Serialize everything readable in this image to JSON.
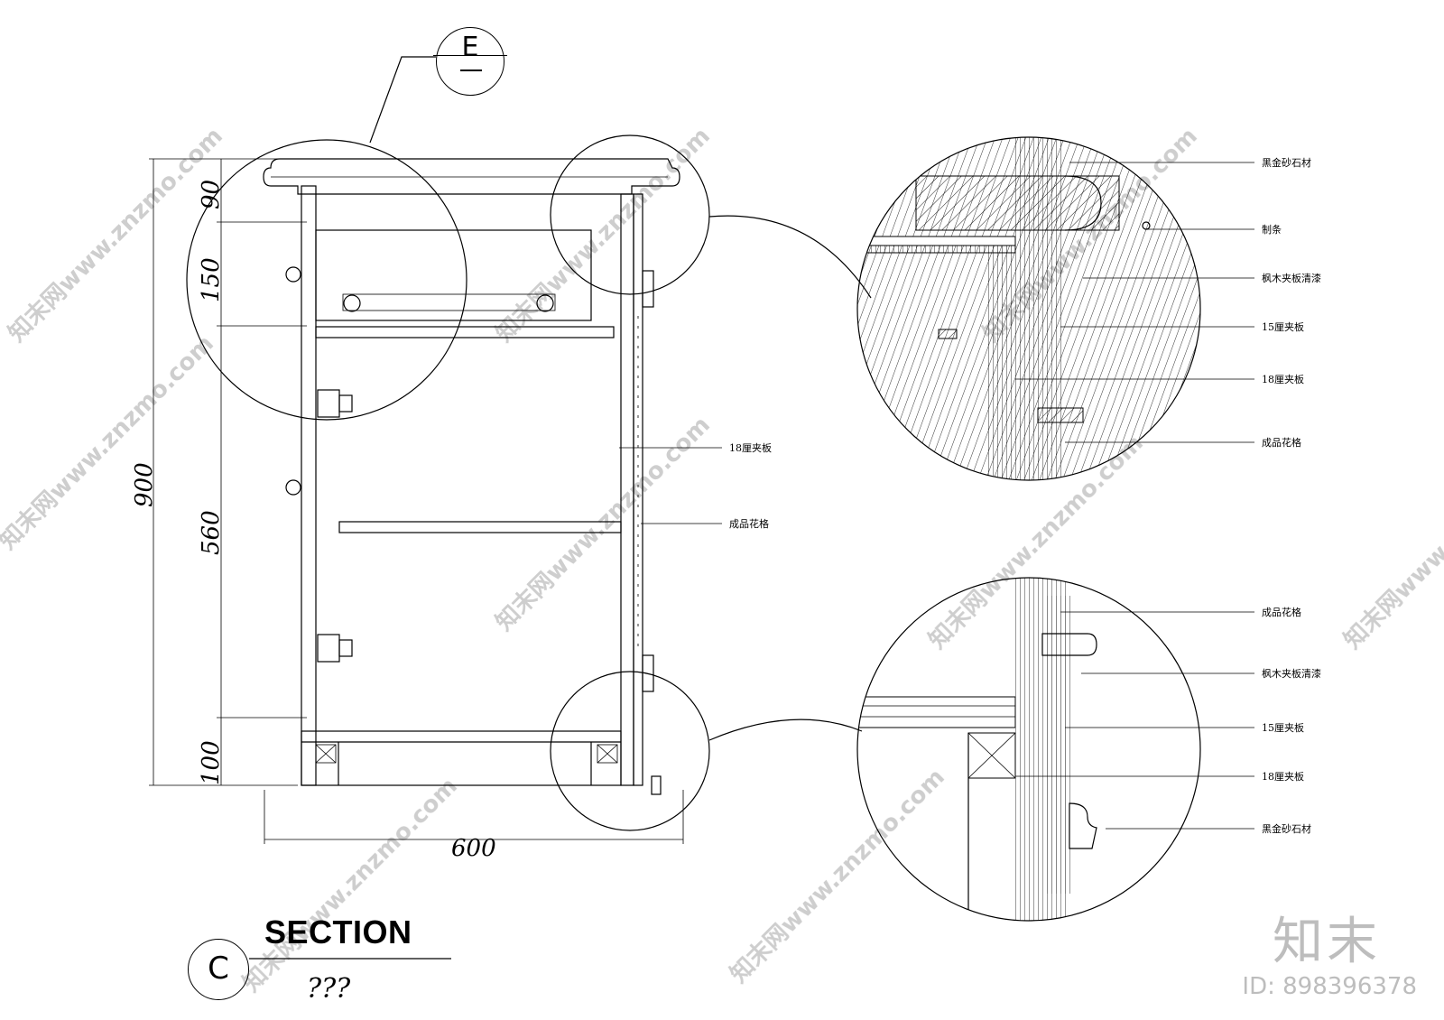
{
  "callout": {
    "label": "E"
  },
  "dimensions": {
    "overall_height": "900",
    "top": "90",
    "upper": "150",
    "middle": "560",
    "bottom": "100",
    "width": "600"
  },
  "main_labels": {
    "panel": "18厘夹板",
    "lattice": "成品花格"
  },
  "detail_top": {
    "labels": [
      "黑金砂石材",
      "制条",
      "枫木夹板清漆",
      "15厘夹板",
      "18厘夹板",
      "成品花格"
    ]
  },
  "detail_bottom": {
    "labels": [
      "成品花格",
      "枫木夹板清漆",
      "15厘夹板",
      "18厘夹板",
      "黑金砂石材"
    ]
  },
  "title": {
    "mark": "C",
    "heading": "SECTION",
    "subtitle": "???"
  },
  "watermark": {
    "text": "知末网www.znzmo.com",
    "brand": "知末",
    "image_id": "ID: 898396378"
  }
}
